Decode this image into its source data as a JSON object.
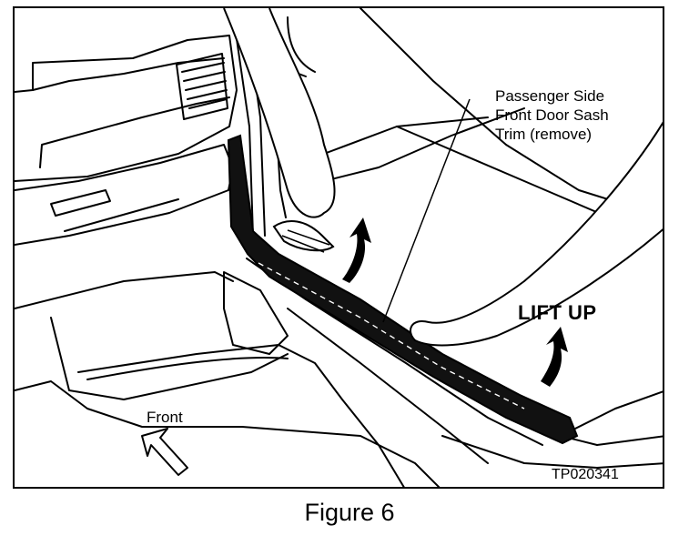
{
  "figure": {
    "callout_label": "Passenger Side\nFront Door Sash\nTrim (remove)",
    "action_label": "LIFT UP",
    "direction_label": "Front",
    "drawing_code": "TP020341",
    "caption": "Figure 6"
  }
}
